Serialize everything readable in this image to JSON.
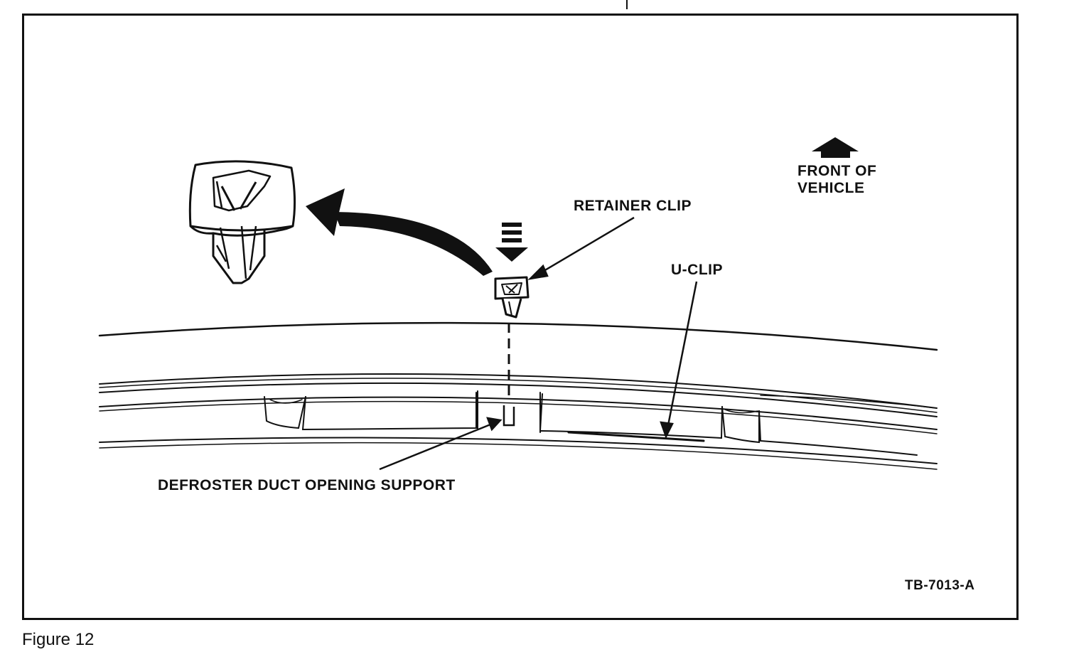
{
  "labels": {
    "front_of_vehicle_line1": "FRONT OF",
    "front_of_vehicle_line2": "VEHICLE",
    "retainer_clip": "RETAINER CLIP",
    "u_clip": "U-CLIP",
    "defroster_duct": "DEFROSTER DUCT OPENING SUPPORT",
    "code": "TB-7013-A"
  },
  "caption": "Figure 12",
  "colors": {
    "ink": "#111111",
    "paper": "#ffffff"
  }
}
